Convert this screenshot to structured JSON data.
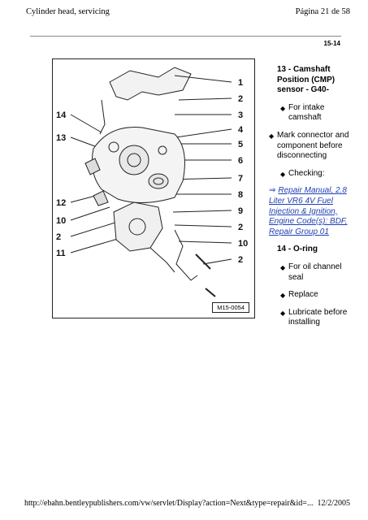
{
  "header": {
    "title": "Cylinder head, servicing",
    "page": "Página 21 de 58"
  },
  "page_ref": "15-14",
  "figure": {
    "label": "M15-0054",
    "callouts_right": [
      "1",
      "2",
      "3",
      "4",
      "5",
      "6",
      "7",
      "8",
      "9",
      "2",
      "10",
      "2"
    ],
    "callouts_left": [
      "14",
      "13",
      "12",
      "10",
      "2",
      "11"
    ]
  },
  "items": {
    "item13": {
      "heading": "13 - Camshaft Position (CMP) sensor - G40-",
      "bullet1": "For intake camshaft",
      "bullet2": "Mark connector and component before disconnecting",
      "bullet3": "Checking:",
      "ref_arrow": "⇒",
      "ref_text": "Repair Manual, 2.8 Liter VR6 4V Fuel Injection & Ignition, Engine Code(s): BDF, Repair Group 01"
    },
    "item14": {
      "heading": "14 - O-ring",
      "bullet1": "For oil channel seal",
      "bullet2": "Replace",
      "bullet3": "Lubricate before installing"
    }
  },
  "footer": {
    "url": "http://ebahn.bentleypublishers.com/vw/servlet/Display?action=Next&type=repair&id=...",
    "date": "12/2/2005"
  },
  "icons": {
    "bullet": "diamond-bullet-icon",
    "ref": "double-arrow-icon"
  }
}
